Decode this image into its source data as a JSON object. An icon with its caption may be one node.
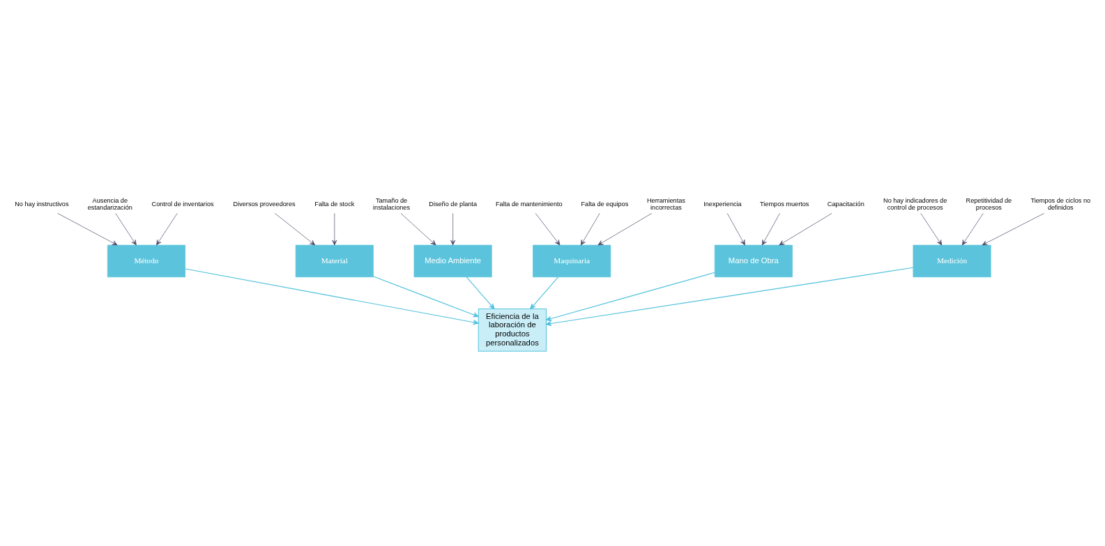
{
  "diagram": {
    "nodes": [
      {
        "text": [
          "Medición"
        ]
      },
      {
        "text": [
          "Método"
        ]
      },
      {
        "text": [
          "Material"
        ]
      },
      {
        "text": [
          "No hay indicadores de control de procesos"
        ]
      },
      {
        "text": [
          "Repetitividad de procesos"
        ]
      },
      {
        "text": [
          "Tiempos de ciclos no definidos"
        ]
      },
      {
        "text": [
          "No hay instructivos"
        ]
      },
      {
        "text": [
          "Ausencia de estandarización"
        ]
      },
      {
        "text": [
          "Control de inventarios"
        ]
      },
      {
        "text": [
          "Diversos proveedores"
        ]
      },
      {
        "text": [
          "Falta de stock"
        ]
      },
      {
        "text": [
          "Eficiencia de la laboración de productos personalizados"
        ]
      },
      {
        "text": [
          "Tamaño de instalaciones"
        ]
      },
      {
        "text": [
          "Diseño de planta"
        ]
      },
      {
        "text": [
          "Falta de mantenimiento"
        ]
      },
      {
        "text": [
          "Falta de equipos"
        ]
      },
      {
        "text": [
          "Herramientas incorrectas"
        ]
      },
      {
        "text": [
          "Inexperiencia"
        ]
      },
      {
        "text": [
          "Tiempos muertos"
        ]
      },
      {
        "text": [
          "Capacitación"
        ]
      },
      {
        "text": [
          "Medio Ambiente"
        ]
      },
      {
        "text": [
          "Maquinaria"
        ]
      },
      {
        "text": [
          "Mano de Obra"
        ]
      }
    ],
    "edges": [
      {
        "from": 3,
        "to": 0,
        "arrow": "to"
      },
      {
        "from": 4,
        "to": 0,
        "arrow": "to"
      },
      {
        "from": 5,
        "to": 0,
        "arrow": "to"
      },
      {
        "from": 6,
        "to": 1,
        "arrow": "to"
      },
      {
        "from": 7,
        "to": 1,
        "arrow": "to"
      },
      {
        "from": 8,
        "to": 1,
        "arrow": "to"
      },
      {
        "from": 9,
        "to": 2,
        "arrow": "to"
      },
      {
        "from": 10,
        "to": 2,
        "arrow": "to"
      },
      {
        "from": 12,
        "to": 20,
        "arrow": "to"
      },
      {
        "from": 13,
        "to": 20,
        "arrow": "to"
      },
      {
        "from": 14,
        "to": 21,
        "arrow": "to"
      },
      {
        "from": 15,
        "to": 21,
        "arrow": "to"
      },
      {
        "from": 16,
        "to": 21,
        "arrow": "to"
      },
      {
        "from": 17,
        "to": 22,
        "arrow": "to"
      },
      {
        "from": 18,
        "to": 22,
        "arrow": "to"
      },
      {
        "from": 19,
        "to": 22,
        "arrow": "to"
      },
      {
        "from": 0,
        "to": 11,
        "arrow": "to",
        "color": "#4fc1dc"
      },
      {
        "from": 1,
        "to": 11,
        "arrow": "to",
        "color": "#4fc1dc"
      },
      {
        "from": 2,
        "to": 11,
        "arrow": "to",
        "color": "#4fc1dc"
      },
      {
        "from": 20,
        "to": 11,
        "arrow": "to",
        "color": "#4fc1dc"
      },
      {
        "from": 21,
        "to": 11,
        "arrow": "to",
        "color": "#4fc1dc"
      },
      {
        "from": 22,
        "to": 11,
        "arrow": "to",
        "color": "#4fc1dc"
      }
    ]
  }
}
